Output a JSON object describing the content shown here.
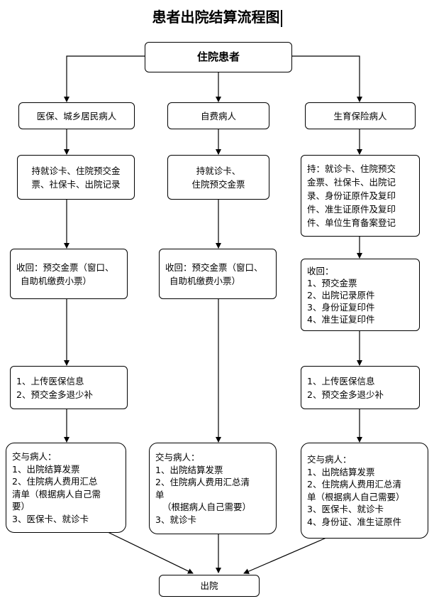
{
  "title": "患者出院结算流程图",
  "start": "住院患者",
  "columns": [
    {
      "category": "医保、城乡居民病人",
      "docs": [
        "持就诊卡、住院预交金",
        "票、社保卡、出院记录"
      ],
      "recover": [
        "收回：预交金票（窗口、",
        "自助机缴费小票）"
      ],
      "settle": [
        "1、上传医保信息",
        "2、预交金多退少补"
      ],
      "handover": [
        "交与病人：",
        "1、出院结算发票",
        "2、住院病人费用汇总",
        "清单（根据病人自己需",
        "要）",
        "3、医保卡、就诊卡"
      ]
    },
    {
      "category": "自费病人",
      "docs": [
        "持就诊卡、",
        "住院预交金票"
      ],
      "recover": [
        "收回：预交金票（窗口、",
        "自助机缴费小票）"
      ],
      "handover": [
        "交与病人：",
        "1、出院结算发票",
        "2、住院病人费用汇总清",
        "单",
        "（根据病人自己需要）",
        "3、就诊卡"
      ]
    },
    {
      "category": "生育保险病人",
      "docs": [
        "持：就诊卡、住院预交",
        "金票、社保卡、出院记",
        "录、身份证原件及复印",
        "件、准生证原件及复印",
        "件、单位生育备案登记"
      ],
      "recover": [
        "收回：",
        "1、预交金票",
        "2、出院记录原件",
        "3、身份证复印件",
        "4、准生证复印件"
      ],
      "settle": [
        "1、上传医保信息",
        "2、预交金多退少补"
      ],
      "handover": [
        "交与病人：",
        "1、出院结算发票",
        "2、住院病人费用汇总清",
        "单（根据病人自己需要）",
        "3、医保卡、就诊卡",
        "4、身份证、准生证原件"
      ]
    }
  ],
  "end": "出院"
}
